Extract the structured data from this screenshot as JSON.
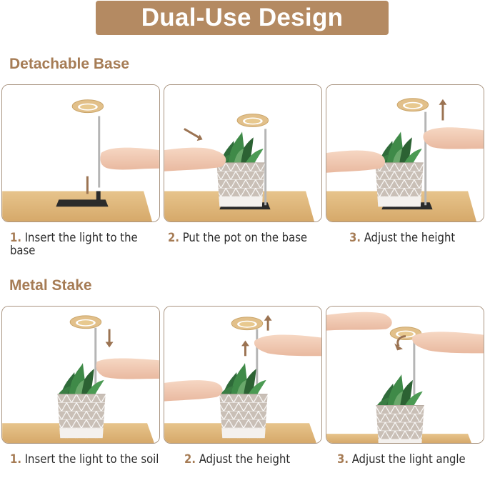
{
  "banner": {
    "title": "Dual-Use Design",
    "background_color": "#b48a62",
    "text_color": "#ffffff"
  },
  "accent_color": "#a67c55",
  "sections": [
    {
      "title": "Detachable Base",
      "steps": [
        {
          "number": "1.",
          "text": "Insert the light to the base",
          "illustration": "hand-inserting-ring-light-into-black-base-on-table"
        },
        {
          "number": "2.",
          "text": "Put the pot on the base",
          "illustration": "hand-placing-succulent-pot-on-base-with-arrow"
        },
        {
          "number": "3.",
          "text": "Adjust the height",
          "illustration": "hands-raising-ring-light-with-up-arrow"
        }
      ]
    },
    {
      "title": "Metal Stake",
      "steps": [
        {
          "number": "1.",
          "text": "Insert the light to the soil",
          "illustration": "hand-inserting-stake-into-potted-succulent-with-down-arrow"
        },
        {
          "number": "2.",
          "text": "Adjust the height",
          "illustration": "hands-raising-ring-light-with-two-up-arrows"
        },
        {
          "number": "3.",
          "text": "Adjust the light angle",
          "illustration": "hands-rotating-ring-light-with-curved-arrow"
        }
      ]
    }
  ]
}
